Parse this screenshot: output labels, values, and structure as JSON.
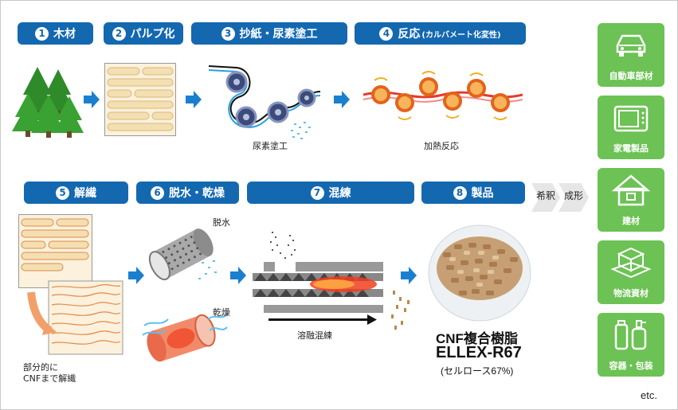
{
  "steps": [
    {
      "num": "1",
      "label": "木材"
    },
    {
      "num": "2",
      "label": "パルプ化"
    },
    {
      "num": "3",
      "label": "抄紙・尿素塗工"
    },
    {
      "num": "4",
      "label": "反応",
      "sub": "(カルバメート化変性)"
    },
    {
      "num": "5",
      "label": "解繊"
    },
    {
      "num": "6",
      "label": "脱水・乾燥"
    },
    {
      "num": "7",
      "label": "混練"
    },
    {
      "num": "8",
      "label": "製品"
    }
  ],
  "captions": {
    "urea_coating": "尿素塗工",
    "heat_reaction": "加熱反応",
    "dewater": "脱水",
    "dry": "乾燥",
    "melt_knead": "溶融混練",
    "partial_1": "部分的に",
    "partial_2": "CNFまで解繊"
  },
  "product": {
    "line1": "CNF複合樹脂",
    "line2": "ELLEX-R67",
    "line3": "(セルロース67%)"
  },
  "flow": {
    "dilute": "希釈",
    "mold": "成形"
  },
  "applications": [
    {
      "label": "自動車部材",
      "icon": "car-icon"
    },
    {
      "label": "家電製品",
      "icon": "microwave-icon"
    },
    {
      "label": "建材",
      "icon": "house-icon"
    },
    {
      "label": "物流資材",
      "icon": "pallet-box-icon"
    },
    {
      "label": "容器・包装",
      "icon": "bottles-icon"
    }
  ],
  "footer": "etc.",
  "colors": {
    "step_blue": "#1468b0",
    "app_green": "#6cc254",
    "arrow_blue": "#1a7fd0",
    "fiber_tan": "#f5e3c0"
  }
}
